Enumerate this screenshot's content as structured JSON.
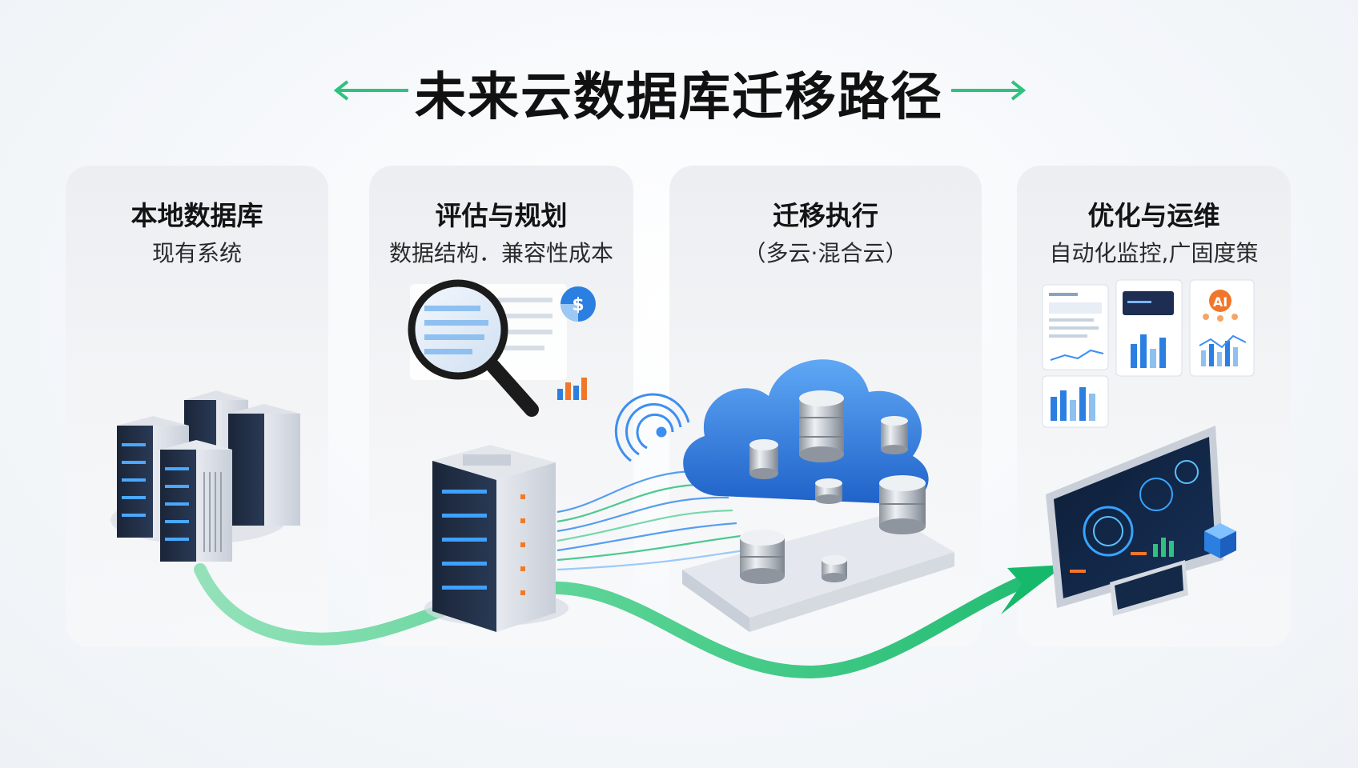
{
  "title": "未来云数据库迁移路径",
  "colors": {
    "accent_green": "#2fc27f",
    "cloud_blue": "#2f7fdd",
    "server_dark": "#1c2a3f"
  },
  "icons": {
    "arrow_left": "arrow-left-icon",
    "arrow_right": "arrow-right-icon",
    "magnifier": "magnifier-icon",
    "dollar": "dollar-icon",
    "wifi_signal": "signal-icon",
    "cloud_database": "cloud-database-icon",
    "ai_badge": "ai-badge-icon"
  },
  "stages": [
    {
      "title": "本地数据库",
      "subtitle": "现有系统"
    },
    {
      "title": "评估与规划",
      "subtitle": "数据结构．兼容性成本"
    },
    {
      "title": "迁移执行",
      "subtitle": "（多云·混合云）"
    },
    {
      "title": "优化与运维",
      "subtitle": "自动化监控,广固度策"
    }
  ],
  "ai_badge_label": "AI"
}
